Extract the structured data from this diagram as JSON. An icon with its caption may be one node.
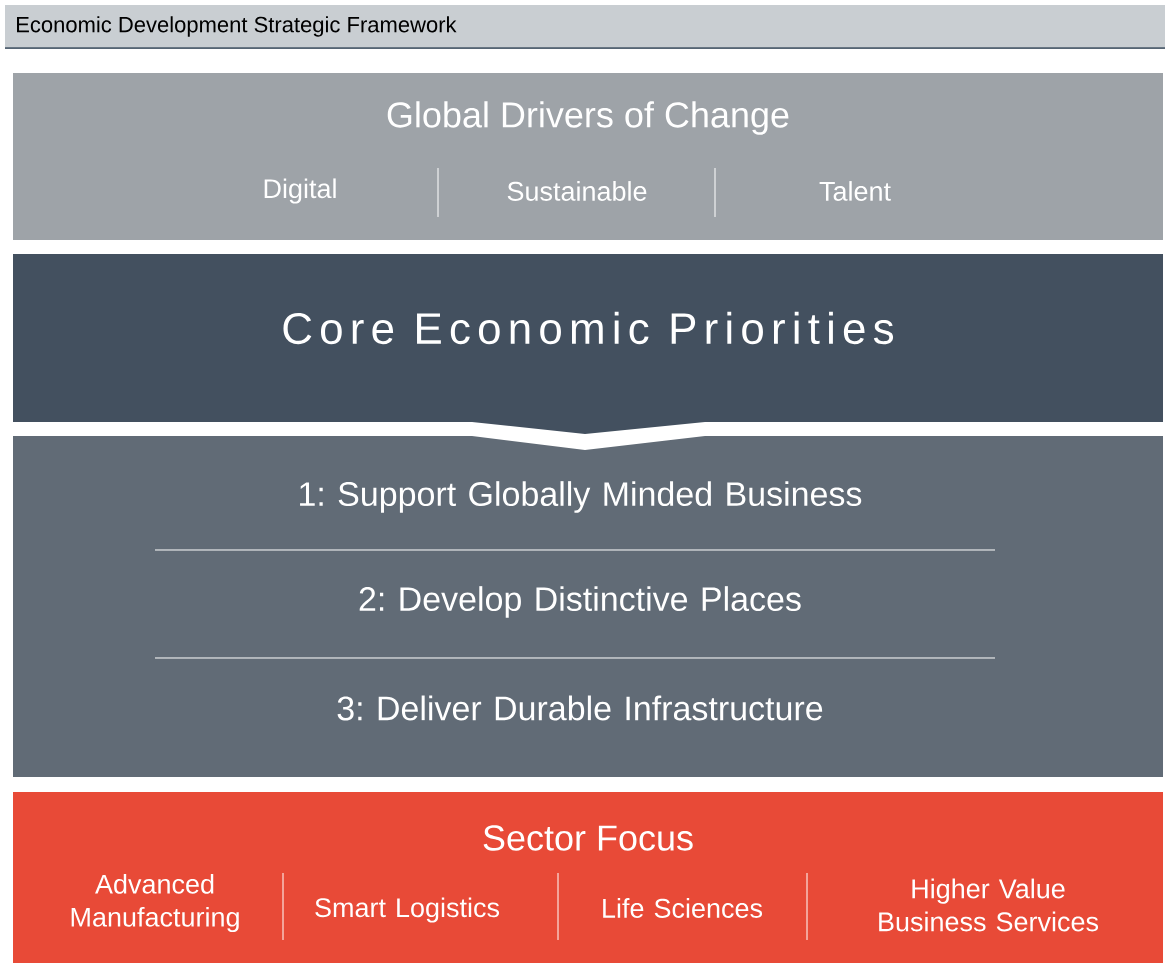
{
  "diagram": {
    "title": "Economic Development Strategic Framework",
    "nodes": [
      {
        "text": [
          "Global Drivers of Change",
          "Digital",
          "Sustainable",
          "Talent"
        ]
      },
      {
        "text": [
          "Core Economic Priorities"
        ]
      },
      {
        "text": [
          "1: Support Globally Minded Business",
          "2: Develop Distinctive Places",
          "3: Deliver Durable Infrastructure"
        ]
      },
      {
        "text": [
          "Sector Focus",
          "Advanced Manufacturing",
          "Smart Logistics",
          "Life Sciences",
          "Higher Value Business Services"
        ]
      }
    ]
  }
}
